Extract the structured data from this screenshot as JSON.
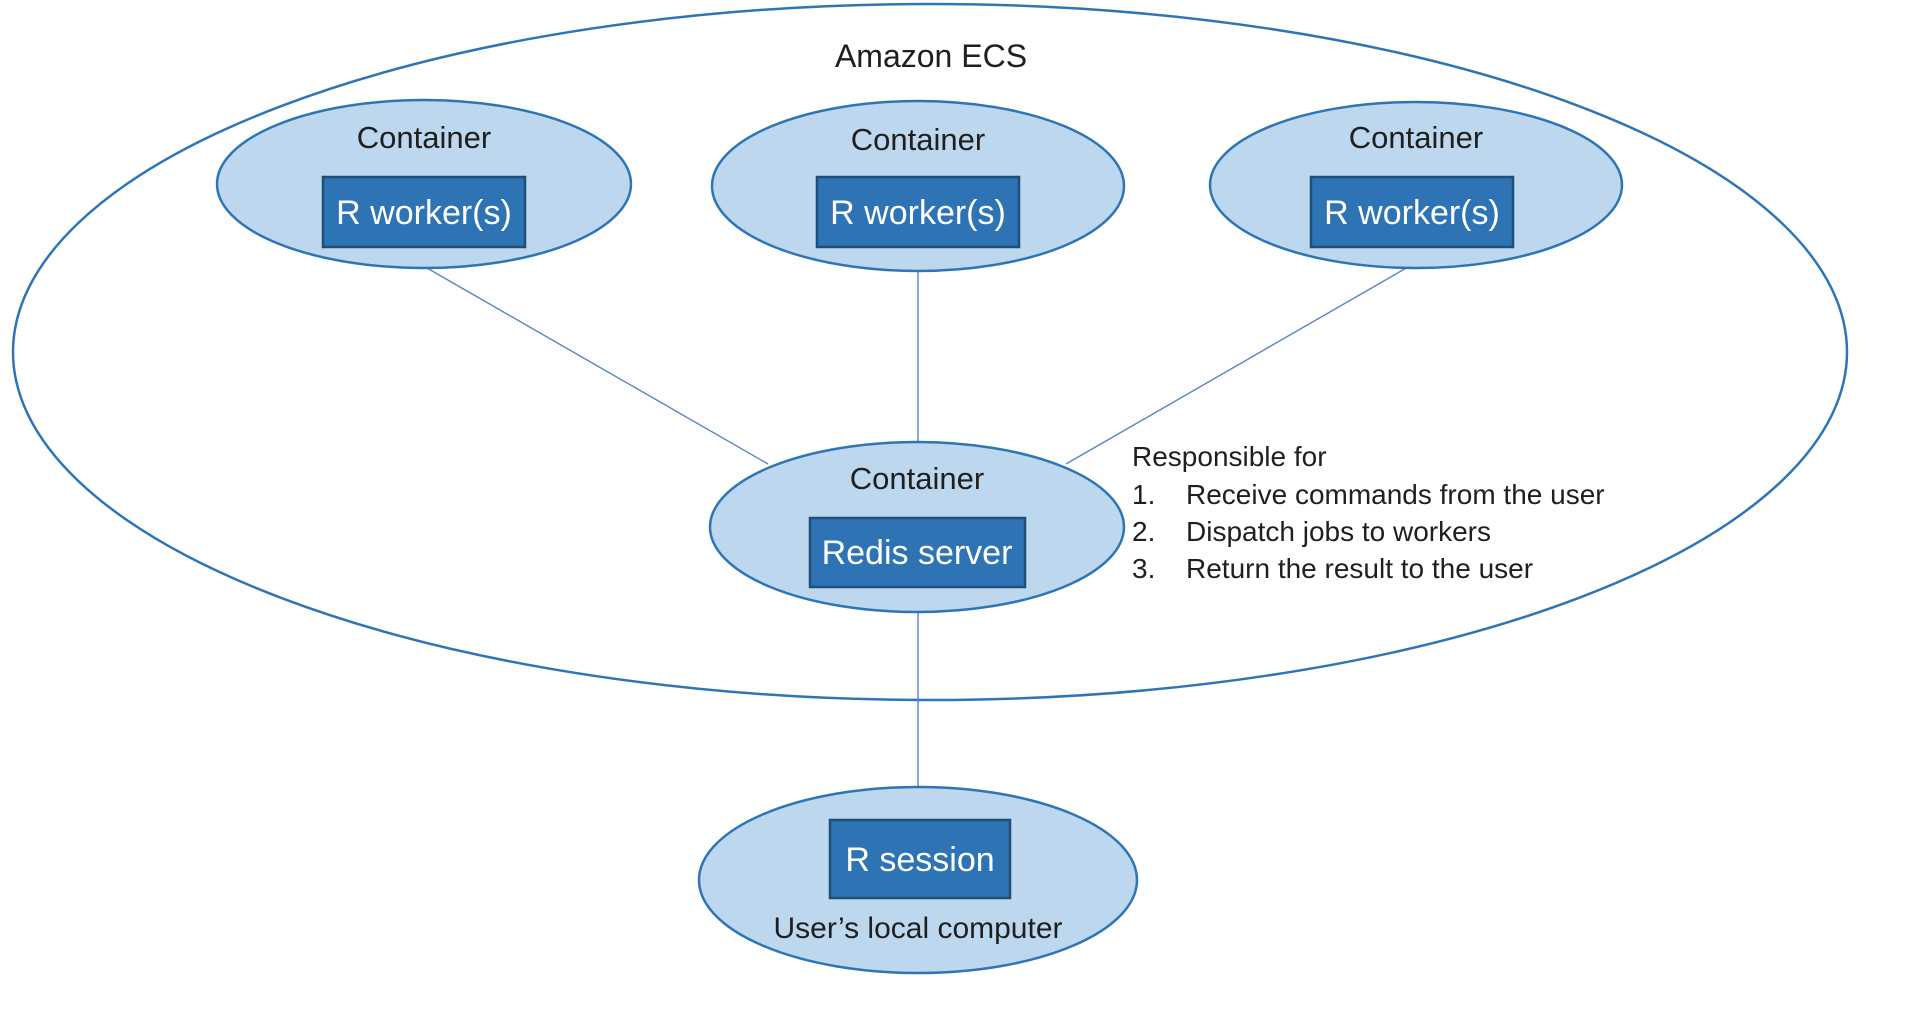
{
  "colors": {
    "container_fill": "#BDD7EE",
    "container_stroke": "#2E75B6",
    "outer_stroke": "#2E75B6",
    "box_fill": "#2E74B5",
    "box_stroke": "#1F4E79",
    "connector": "#5B83C2"
  },
  "title": "Amazon ECS",
  "workers": [
    {
      "container_label": "Container",
      "box_label": "R worker(s)"
    },
    {
      "container_label": "Container",
      "box_label": "R worker(s)"
    },
    {
      "container_label": "Container",
      "box_label": "R worker(s)"
    }
  ],
  "redis": {
    "container_label": "Container",
    "box_label": "Redis server"
  },
  "notes": {
    "heading": "Responsible for",
    "items": [
      {
        "num": "1.",
        "text": "Receive commands from the user"
      },
      {
        "num": "2.",
        "text": "Dispatch jobs to workers"
      },
      {
        "num": "3.",
        "text": "Return the result to the user"
      }
    ]
  },
  "local": {
    "box_label": "R session",
    "label": "User’s local computer"
  }
}
